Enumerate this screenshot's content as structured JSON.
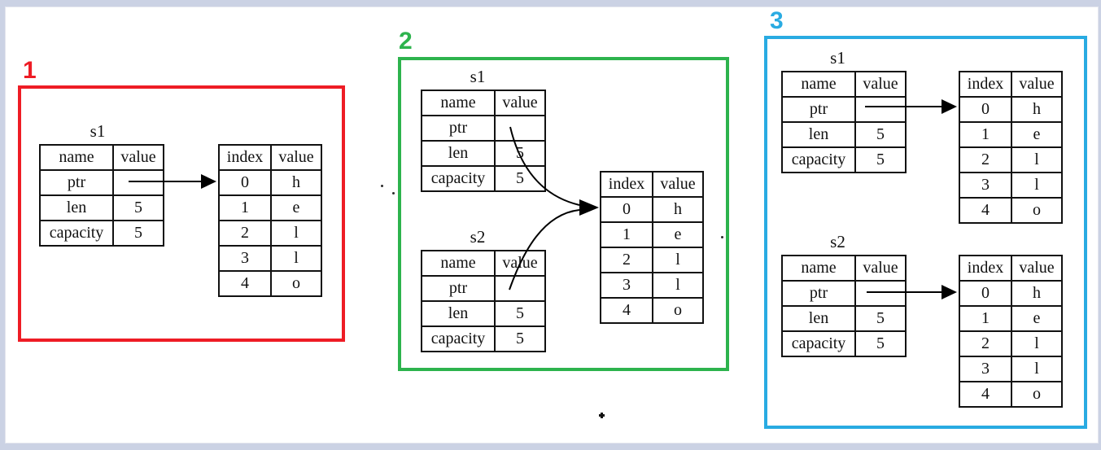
{
  "page": {
    "background_color": "#cbd2e4",
    "surface_color": "#ffffff"
  },
  "panels": [
    {
      "label": "1",
      "color": "#ee1c25",
      "tables": [
        {
          "kind": "stack",
          "title": "s1",
          "headers": [
            "name",
            "value"
          ],
          "rows": [
            [
              "ptr",
              ""
            ],
            [
              "len",
              "5"
            ],
            [
              "capacity",
              "5"
            ]
          ]
        },
        {
          "kind": "heap",
          "headers": [
            "index",
            "value"
          ],
          "rows": [
            [
              "0",
              "h"
            ],
            [
              "1",
              "e"
            ],
            [
              "2",
              "l"
            ],
            [
              "3",
              "l"
            ],
            [
              "4",
              "o"
            ]
          ]
        }
      ]
    },
    {
      "label": "2",
      "color": "#2db34d",
      "tables": [
        {
          "kind": "stack",
          "title": "s1",
          "headers": [
            "name",
            "value"
          ],
          "rows": [
            [
              "ptr",
              ""
            ],
            [
              "len",
              "5"
            ],
            [
              "capacity",
              "5"
            ]
          ]
        },
        {
          "kind": "stack",
          "title": "s2",
          "headers": [
            "name",
            "value"
          ],
          "rows": [
            [
              "ptr",
              ""
            ],
            [
              "len",
              "5"
            ],
            [
              "capacity",
              "5"
            ]
          ]
        },
        {
          "kind": "heap",
          "headers": [
            "index",
            "value"
          ],
          "rows": [
            [
              "0",
              "h"
            ],
            [
              "1",
              "e"
            ],
            [
              "2",
              "l"
            ],
            [
              "3",
              "l"
            ],
            [
              "4",
              "o"
            ]
          ]
        }
      ]
    },
    {
      "label": "3",
      "color": "#29abe2",
      "tables": [
        {
          "kind": "stack",
          "title": "s1",
          "headers": [
            "name",
            "value"
          ],
          "rows": [
            [
              "ptr",
              ""
            ],
            [
              "len",
              "5"
            ],
            [
              "capacity",
              "5"
            ]
          ]
        },
        {
          "kind": "heap",
          "headers": [
            "index",
            "value"
          ],
          "rows": [
            [
              "0",
              "h"
            ],
            [
              "1",
              "e"
            ],
            [
              "2",
              "l"
            ],
            [
              "3",
              "l"
            ],
            [
              "4",
              "o"
            ]
          ]
        },
        {
          "kind": "stack",
          "title": "s2",
          "headers": [
            "name",
            "value"
          ],
          "rows": [
            [
              "ptr",
              ""
            ],
            [
              "len",
              "5"
            ],
            [
              "capacity",
              "5"
            ]
          ]
        },
        {
          "kind": "heap",
          "headers": [
            "index",
            "value"
          ],
          "rows": [
            [
              "0",
              "h"
            ],
            [
              "1",
              "e"
            ],
            [
              "2",
              "l"
            ],
            [
              "3",
              "l"
            ],
            [
              "4",
              "o"
            ]
          ]
        }
      ]
    }
  ]
}
